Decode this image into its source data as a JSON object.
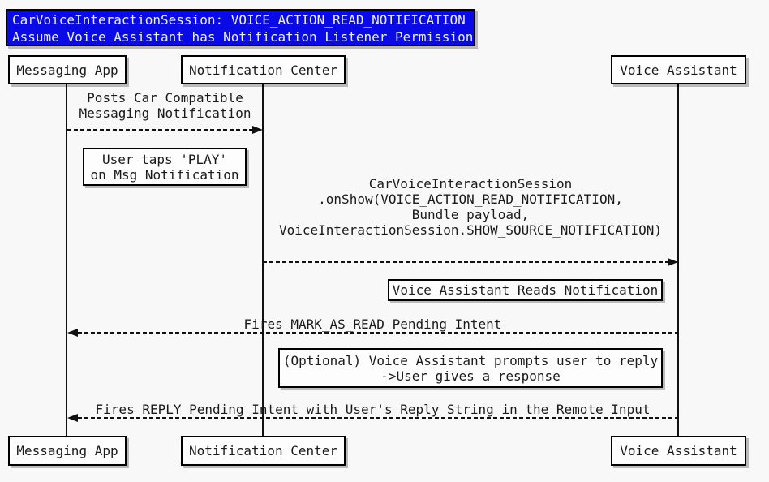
{
  "diagram": {
    "background_color": "#f8f8f8",
    "line_color": "#111111",
    "box_fill_color": "#fdfdfd",
    "box_border_color": "#000000"
  },
  "title": {
    "bg_color": "#0a0ae6",
    "text_color": "#e9efff",
    "lines": [
      "CarVoiceInteractionSession: VOICE_ACTION_READ_NOTIFICATION",
      "Assume Voice Assistant has Notification Listener Permission"
    ]
  },
  "participants": [
    {
      "id": "messaging-app",
      "label": "Messaging App"
    },
    {
      "id": "notification-center",
      "label": "Notification Center"
    },
    {
      "id": "voice-assistant",
      "label": "Voice Assistant"
    }
  ],
  "messages": [
    {
      "from": "messaging-app",
      "to": "notification-center",
      "style": "dashed-arrow-right",
      "lines": [
        "Posts Car Compatible",
        "Messaging Notification"
      ]
    },
    {
      "from": "notification-center",
      "to": "voice-assistant",
      "style": "dashed-arrow-right",
      "lines": [
        "CarVoiceInteractionSession",
        ".onShow(VOICE_ACTION_READ_NOTIFICATION,",
        "Bundle payload,",
        "VoiceInteractionSession.SHOW_SOURCE_NOTIFICATION)"
      ]
    },
    {
      "from": "voice-assistant",
      "to": "messaging-app",
      "style": "dashed-arrow-left",
      "lines": [
        "Fires MARK_AS_READ Pending Intent"
      ]
    },
    {
      "from": "voice-assistant",
      "to": "messaging-app",
      "style": "dashed-arrow-left",
      "lines": [
        "Fires REPLY Pending Intent with User's Reply String in the Remote Input"
      ]
    }
  ],
  "notes": [
    {
      "lines": [
        "User taps 'PLAY'",
        "on Msg Notification"
      ]
    },
    {
      "lines": [
        "Voice Assistant Reads Notification"
      ]
    },
    {
      "lines": [
        "(Optional) Voice Assistant prompts user to reply",
        "->User gives a response"
      ]
    }
  ]
}
